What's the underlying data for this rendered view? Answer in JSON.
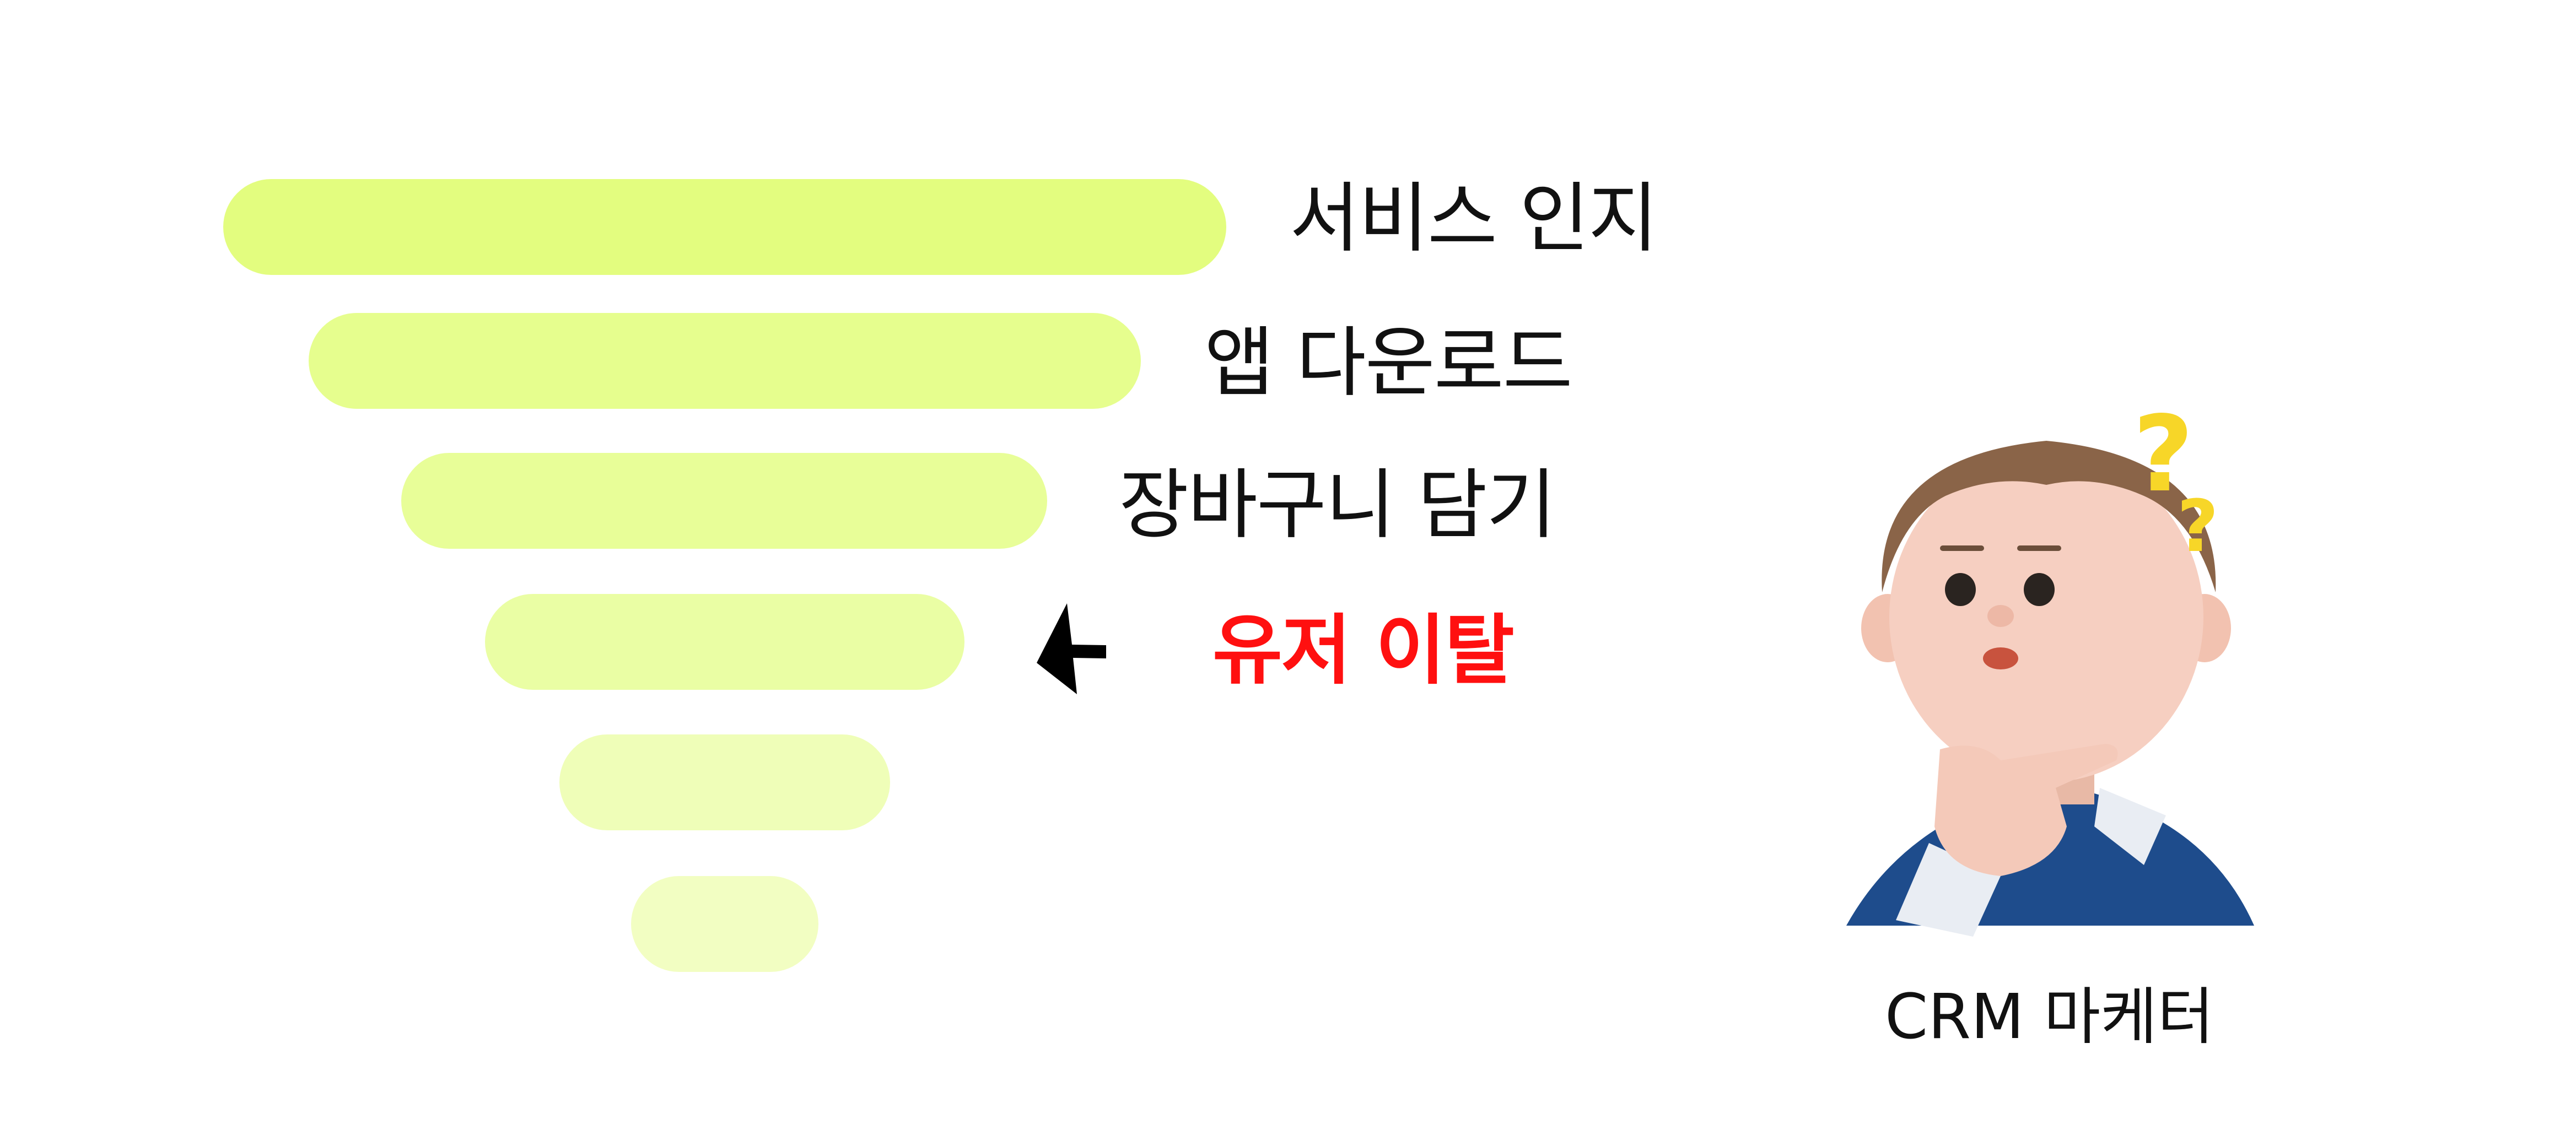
{
  "funnel": {
    "stages": [
      {
        "label": "서비스 인지",
        "color": "#E3FD7F"
      },
      {
        "label": "앱 다운로드",
        "color": "#E6FE8E"
      },
      {
        "label": "장바구니 담기",
        "color": "#E8FE98"
      },
      {
        "label": "유저 이탈",
        "color": "#EAFEA4",
        "highlight_color": "#FF1010"
      },
      {
        "label": "",
        "color": "#EFFEB8"
      },
      {
        "label": "",
        "color": "#F2FEC2"
      }
    ],
    "pointer_icon": "arrow-left-icon"
  },
  "persona": {
    "icon": "thinking-person-icon",
    "caption": "CRM 마케터",
    "question_color": "#F7D628",
    "shirt_color": "#1E4C8C",
    "hair_color": "#8A6448"
  }
}
